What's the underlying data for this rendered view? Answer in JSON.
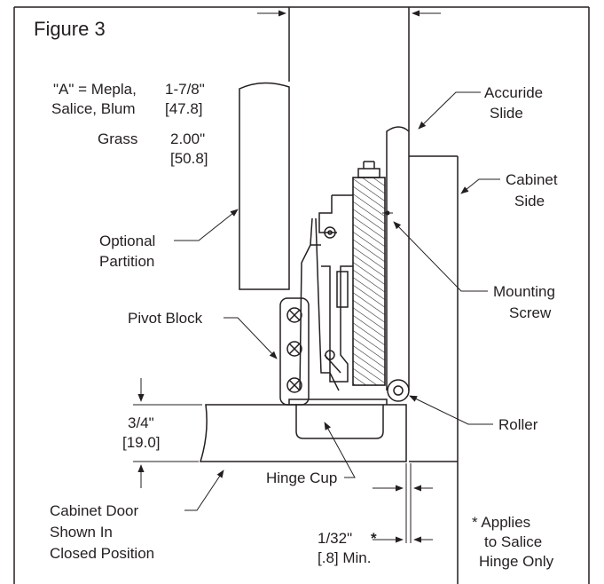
{
  "figure": {
    "title": "Figure 3",
    "dimension_a": {
      "line1": "\"A\" =  Mepla,",
      "line2": "Salice, Blum",
      "value1": "1-7/8\"",
      "value2": "[47.8]",
      "grass": "Grass",
      "grass_value1": "2.00\"",
      "grass_value2": "[50.8]"
    },
    "labels": {
      "accuride_1": "Accuride",
      "accuride_2": "Slide",
      "cabinet_side_1": "Cabinet",
      "cabinet_side_2": "Side",
      "optional_1": "Optional",
      "optional_2": "Partition",
      "mounting_1": "Mounting",
      "mounting_2": "Screw",
      "pivot_block": "Pivot Block",
      "roller": "Roller",
      "hinge_cup": "Hinge Cup",
      "door_1": "Cabinet Door",
      "door_2": "Shown In",
      "door_3": "Closed Position",
      "thickness_1": "3/4\"",
      "thickness_2": "[19.0]",
      "gap_1": "1/32\"",
      "gap_star": "*",
      "gap_2": "[.8] Min.",
      "note_1": "* Applies",
      "note_2": "to Salice",
      "note_3": "Hinge Only"
    }
  }
}
